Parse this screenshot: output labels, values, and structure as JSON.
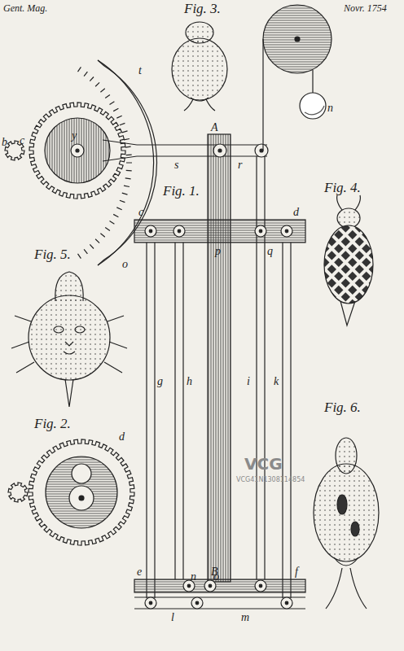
{
  "diagram": {
    "labels": [
      "Gent. Mag.",
      "Fig. 3.",
      "Novr. 1754",
      "t",
      "A",
      "n",
      "b",
      "c",
      "y",
      "s",
      "r",
      "Fig. 1.",
      "c",
      "d",
      "o",
      "p",
      "q",
      "Fig. 4.",
      "Fig. 5.",
      "Fig. 2.",
      "d",
      "g",
      "h",
      "i",
      "k",
      "Fig. 6.",
      "B",
      "e",
      "f",
      "n",
      "o",
      "l",
      "m",
      "VCG",
      "VCG41N1308114854"
    ]
  }
}
